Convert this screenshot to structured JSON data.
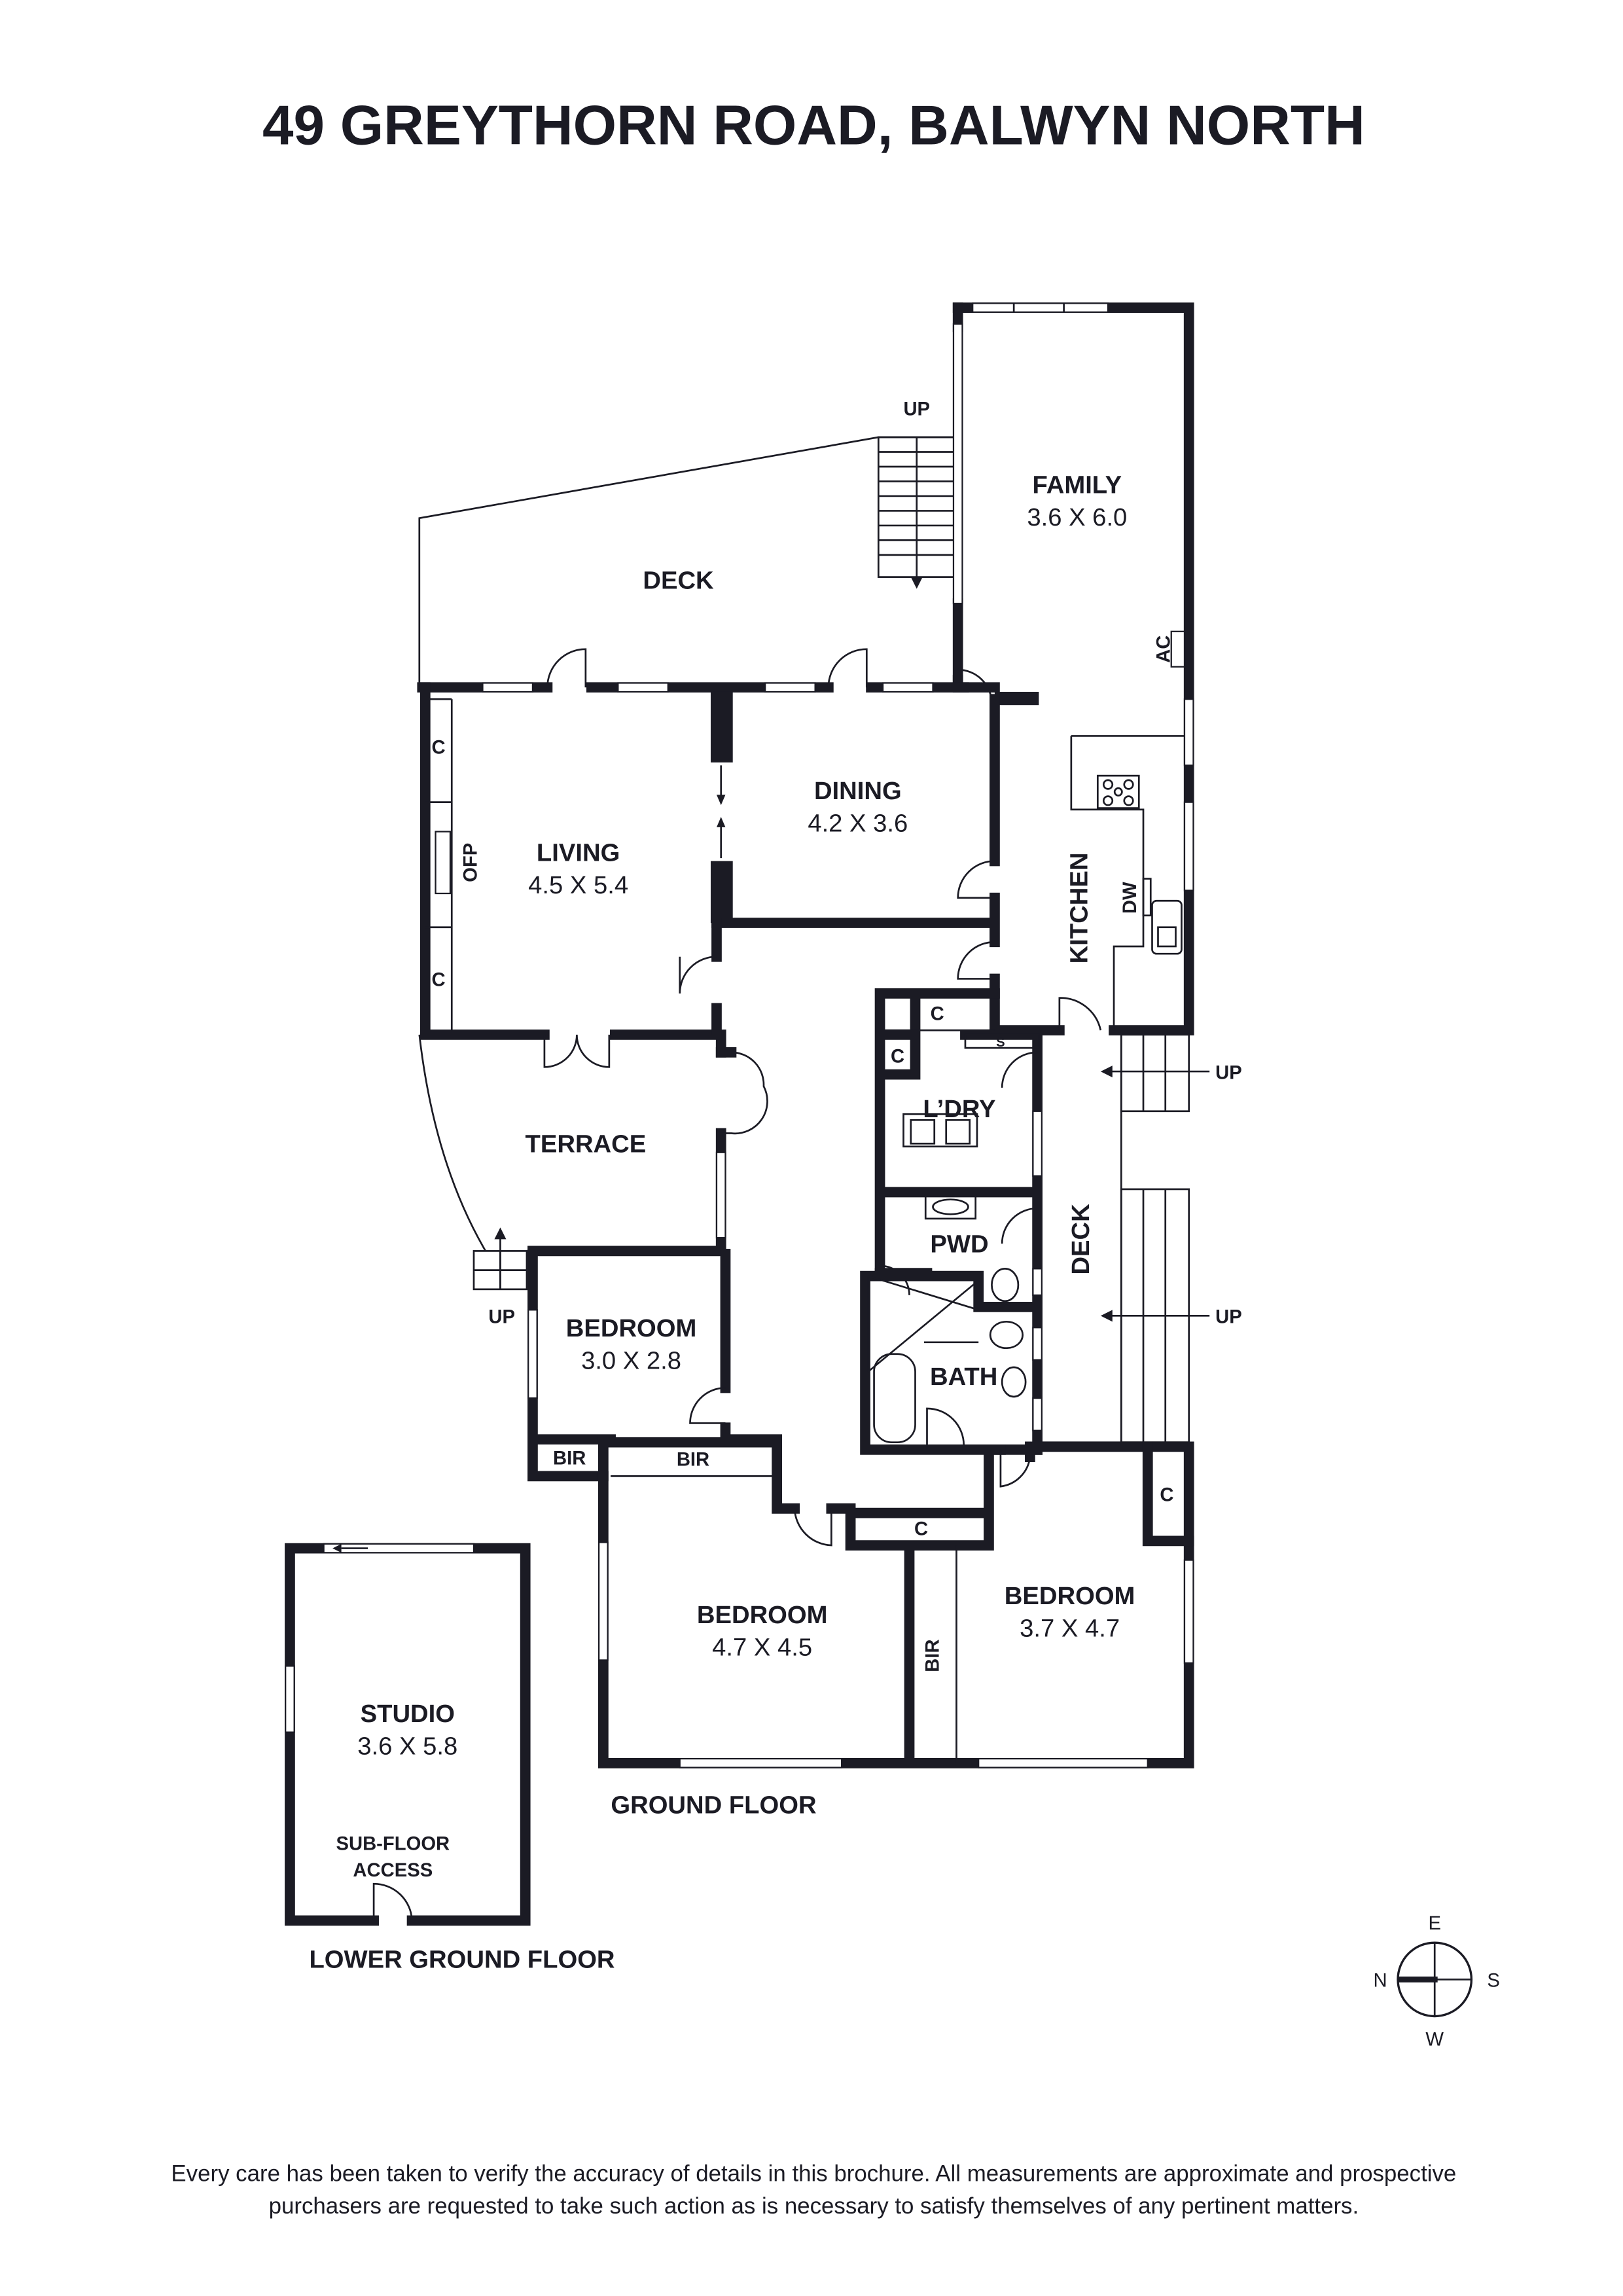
{
  "title": "49 GREYTHORN ROAD, BALWYN NORTH",
  "rooms": {
    "family": {
      "name": "FAMILY",
      "dim": "3.6 X 6.0"
    },
    "deck_top": {
      "name": "DECK"
    },
    "dining": {
      "name": "DINING",
      "dim": "4.2 X 3.6"
    },
    "living": {
      "name": "LIVING",
      "dim": "4.5 X 5.4"
    },
    "kitchen": {
      "name": "KITCHEN"
    },
    "terrace": {
      "name": "TERRACE"
    },
    "laundry": {
      "name": "L’DRY"
    },
    "powder": {
      "name": "PWD"
    },
    "bath": {
      "name": "BATH"
    },
    "deck_side": {
      "name": "DECK"
    },
    "bedroom_small": {
      "name": "BEDROOM",
      "dim": "3.0 X 2.8"
    },
    "bedroom_main": {
      "name": "BEDROOM",
      "dim": "4.7 X 4.5"
    },
    "bedroom_right": {
      "name": "BEDROOM",
      "dim": "3.7 X 4.7"
    },
    "studio": {
      "name": "STUDIO",
      "dim": "3.6 X 5.8",
      "note_line1": "SUB-FLOOR",
      "note_line2": "ACCESS"
    }
  },
  "fixtures": {
    "closet": "C",
    "fireplace": "OFP",
    "aircon": "AC",
    "dishwasher": "DW",
    "shelf": "S",
    "built_in_robe": "BIR",
    "up": "UP"
  },
  "floors": {
    "ground": "GROUND FLOOR",
    "lower_ground": "LOWER GROUND FLOOR"
  },
  "compass": {
    "n": "N",
    "e": "E",
    "s": "S",
    "w": "W"
  },
  "disclaimer": {
    "line1": "Every care has been taken to verify the accuracy of details in this brochure. All measurements are approximate and prospective",
    "line2": "purchasers are requested to take such action as is necessary to satisfy themselves of any pertinent matters."
  }
}
